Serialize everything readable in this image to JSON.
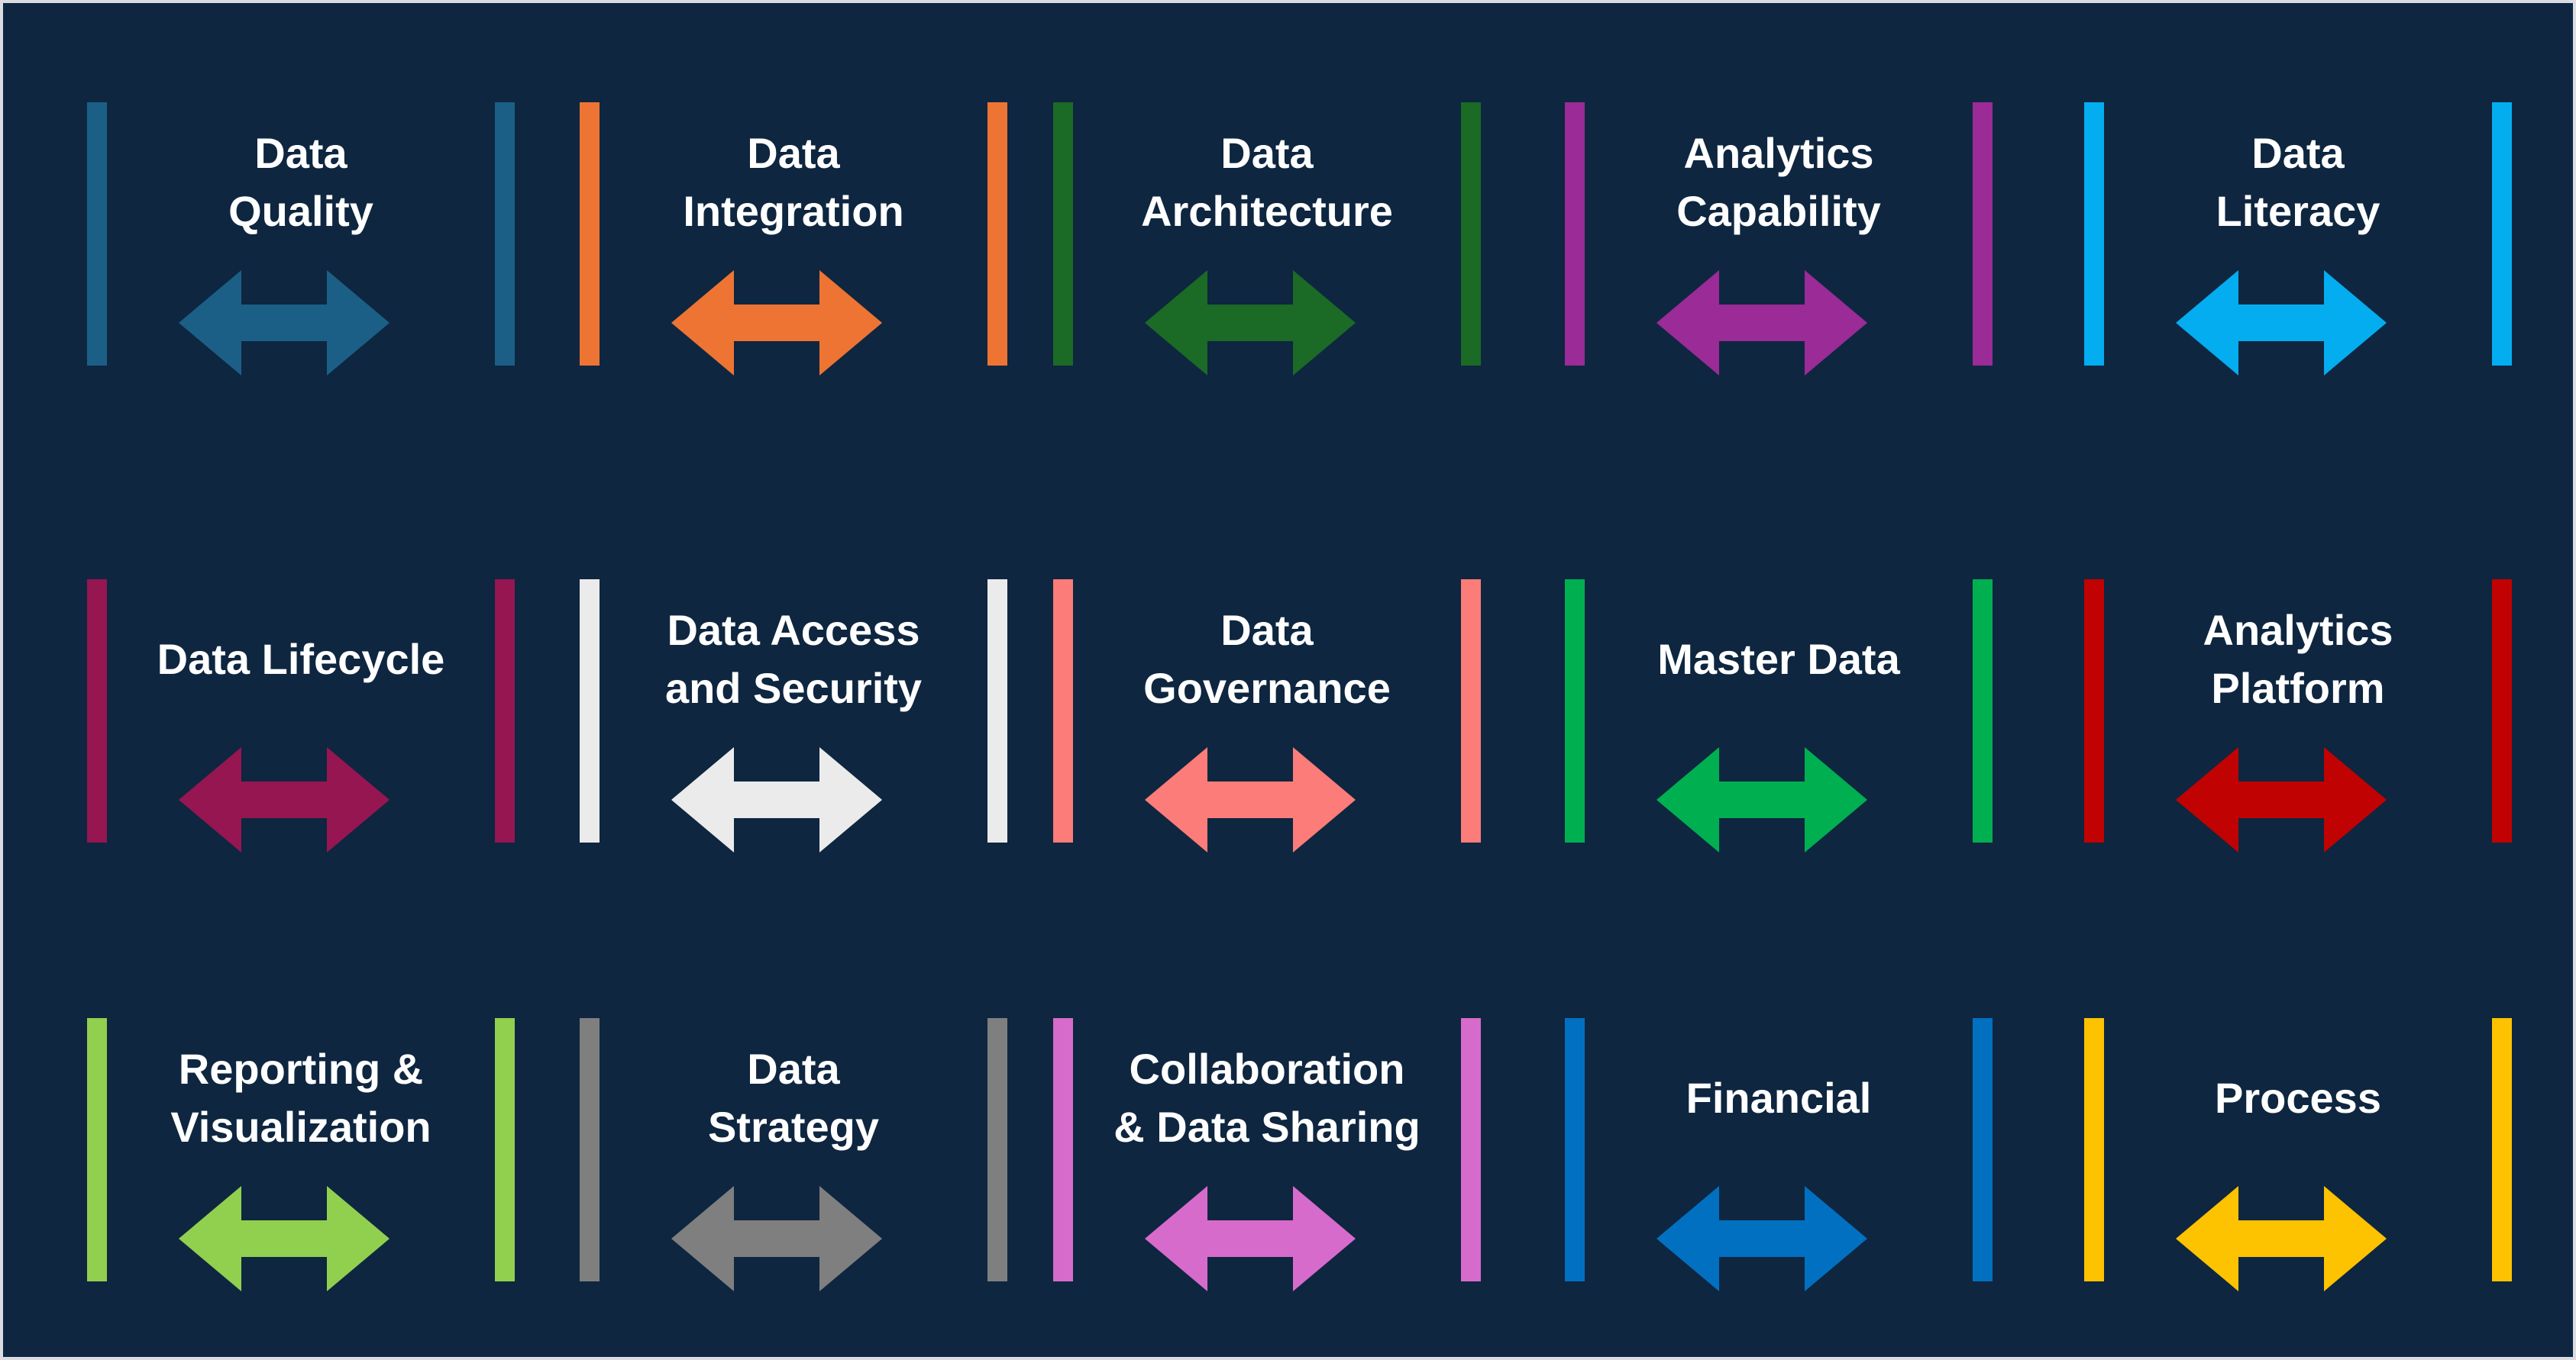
{
  "rows": [
    [
      {
        "label": "Data\nQuality",
        "color": "#1b5f86"
      },
      {
        "label": "Data\nIntegration",
        "color": "#ee7433"
      },
      {
        "label": "Data\nArchitecture",
        "color": "#1b6a25"
      },
      {
        "label": "Analytics\nCapability",
        "color": "#9a2b97"
      },
      {
        "label": "Data\nLiteracy",
        "color": "#03adef"
      }
    ],
    [
      {
        "label": "Data Lifecycle",
        "color": "#951651"
      },
      {
        "label": "Data Access\nand Security",
        "color": "#ebebeb"
      },
      {
        "label": "Data\nGovernance",
        "color": "#fb7c78"
      },
      {
        "label": "Master Data",
        "color": "#00af50"
      },
      {
        "label": "Analytics\nPlatform",
        "color": "#c10202"
      }
    ],
    [
      {
        "label": "Reporting &\nVisualization",
        "color": "#91d04f"
      },
      {
        "label": "Data\nStrategy",
        "color": "#7f7f7f"
      },
      {
        "label": "Collaboration\n& Data Sharing",
        "color": "#d76bcb"
      },
      {
        "label": "Financial",
        "color": "#0270c1"
      },
      {
        "label": "Process",
        "color": "#fdc200"
      }
    ]
  ]
}
